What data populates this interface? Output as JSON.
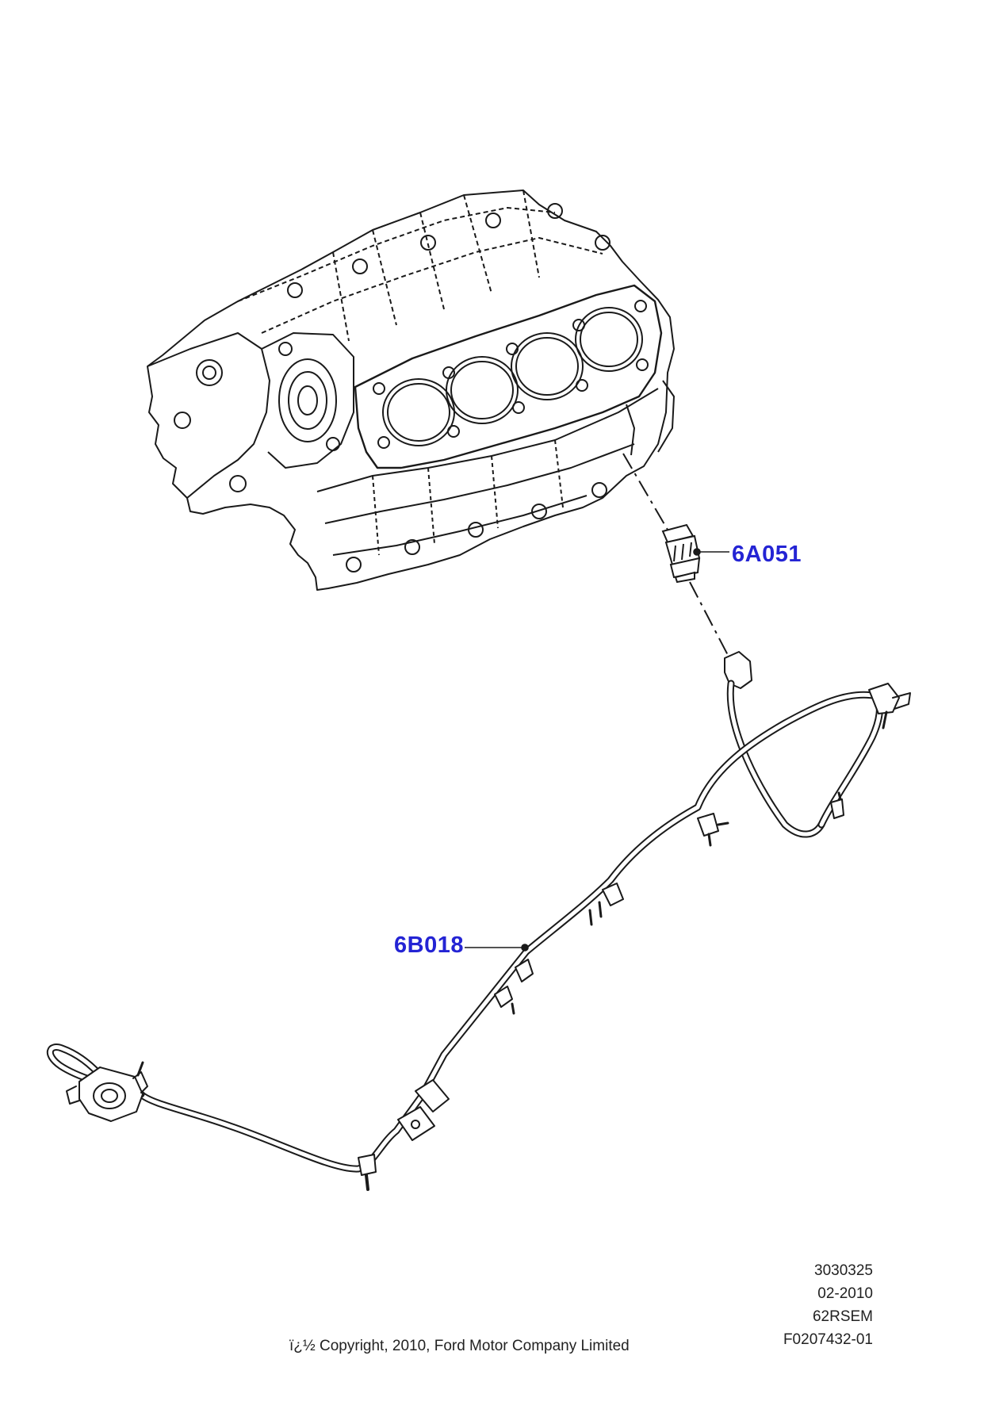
{
  "parts": [
    {
      "id": "p1",
      "label": "6A051"
    },
    {
      "id": "p2",
      "label": "6B018"
    }
  ],
  "meta": {
    "line1": "3030325",
    "line2": "02-2010",
    "line3": "62RSEM",
    "line4": "F0207432-01"
  },
  "copyright": "ï¿½ Copyright, 2010, Ford Motor Company Limited",
  "colors": {
    "callout_text": "#2424d4",
    "line_art": "#1a1a1a"
  }
}
